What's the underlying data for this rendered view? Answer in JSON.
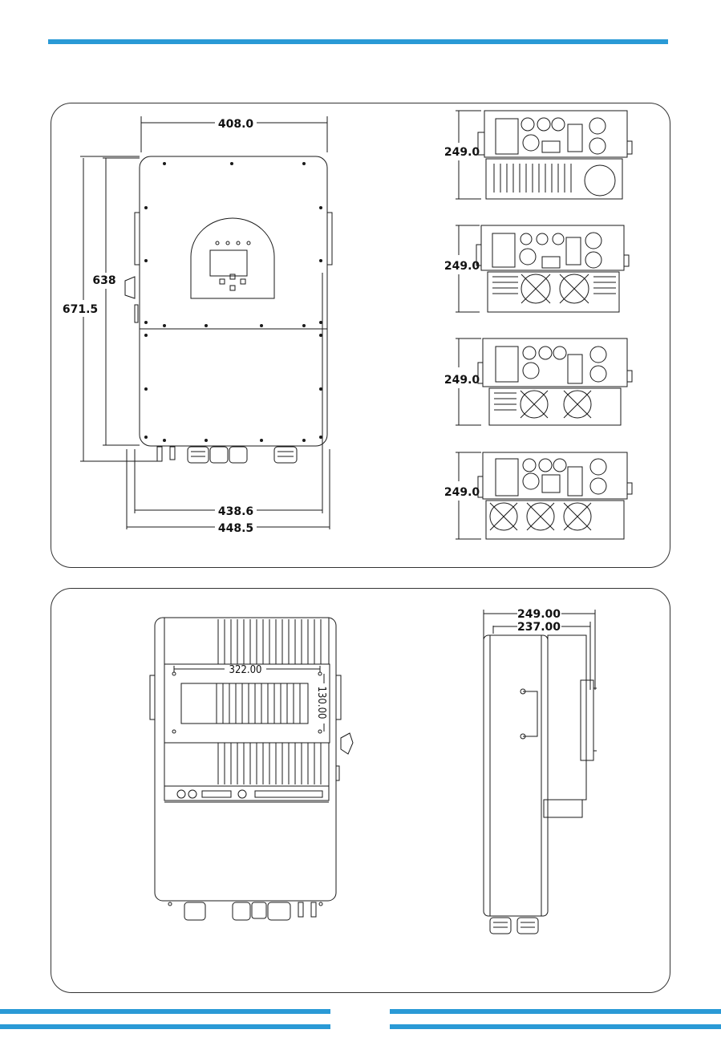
{
  "colors": {
    "accent": "#2a9ad6",
    "line": "#1a1a1a"
  },
  "top_panel": {
    "front_view": {
      "width_top": "408.0",
      "height_inner": "638",
      "height_outer": "671.5",
      "width_bottom_inner": "438.6",
      "width_bottom_outer": "448.5"
    },
    "bottom_views": [
      {
        "depth": "249.0"
      },
      {
        "depth": "249.0"
      },
      {
        "depth": "249.0"
      },
      {
        "depth": "249.0"
      }
    ]
  },
  "bottom_panel": {
    "rear_view": {
      "bracket_width": "322.00",
      "bracket_height": "130.00"
    },
    "side_view": {
      "depth_outer": "249.00",
      "depth_inner": "237.00"
    }
  }
}
